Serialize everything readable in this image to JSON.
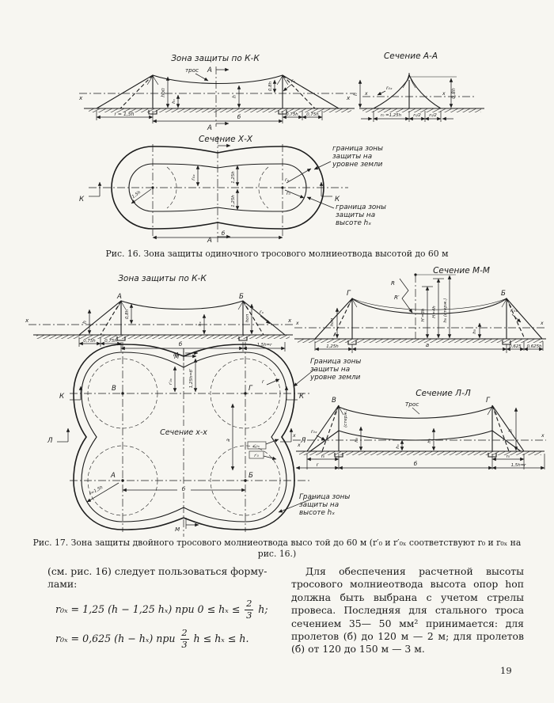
{
  "fig16": {
    "kk": {
      "title": "Зона защиты по К-К",
      "tros": "трос",
      "a_top": "А",
      "a_bottom": "А",
      "x_left": "х",
      "x_right": "х",
      "h_op": "hоп",
      "h_x": "hₓ",
      "h": "h",
      "h08": "0,8h",
      "r_x": "rₓ",
      "dim_r": "r = 1,5h",
      "dim_b": "б",
      "d075a": "0,75h",
      "d075b": "0,75h"
    },
    "aa": {
      "title": "Сечение А-А",
      "h": "h",
      "h08": "0,8h",
      "r_0x": "r₀ₓ",
      "x_left": "х",
      "x_right": "х",
      "dim_r0": "r₀ =1,25h",
      "dim_half1": "r₀/2",
      "dim_half2": "r₀/2"
    },
    "xx": {
      "title": "Сечение Х-Х",
      "k_left": "К",
      "k_right": "К",
      "a_bottom": "А",
      "r15": "1,5h",
      "r_0x": "r₀ₓ",
      "d125a": "1,25h",
      "d125b": "1,25h",
      "r_x": "rₓ",
      "r_0": "r₀",
      "dim_b": "б"
    },
    "note_ground": [
      "граница зоны",
      "защиты на",
      "уровне земли"
    ],
    "note_hx": [
      "граница зоны",
      "защиты на",
      "высоте hₓ"
    ],
    "caption": "Рис. 16. Зона защиты одиночного тросового молниеотвода высотой до 60 м"
  },
  "fig17": {
    "kk": {
      "title": "Зона защиты по К-К",
      "a": "А",
      "b": "Б",
      "x_left": "х",
      "x_right": "х",
      "h": "h",
      "h08": "0,8h",
      "h_x": "hₓ",
      "h_op": "hоп",
      "r_x": "rₓ",
      "d075a": "0,75h",
      "d075b": "0,75h",
      "dim_b": "б",
      "dim_r": "1,5h=r",
      "m": "М"
    },
    "mm": {
      "title": "Сечение М-М",
      "g": "Г",
      "b": "Б",
      "r1": "R",
      "r2": "R′",
      "h3": "H′=3h",
      "h4": "H=4h",
      "h0st": "h₀ (стерж.)",
      "h_op": "hоп",
      "r_0x": "r′₀ₓ",
      "x_left": "х",
      "x_right": "х",
      "d125": "1,25h",
      "a": "a",
      "h_0": "h₀",
      "d0625a": "0,625",
      "d0625b": "0,625h"
    },
    "xx": {
      "label": "Сечение x-x",
      "m_top": "М",
      "m_bottom": "М",
      "k_left": "К",
      "k_right": "К",
      "l_left": "Л",
      "l_right": "Л",
      "v": "В",
      "g": "Г",
      "a_pt": "А",
      "b_pt": "Б",
      "r_0x": "r′₀ₓ",
      "d125b": "1,25h=б′",
      "a_dim": "a",
      "rx_box": "r′₀ₓ",
      "r0_box": "r′₀",
      "r_small": "r",
      "r15": "r=1,5h",
      "dim_b": "б",
      "x_right": "х"
    },
    "ll": {
      "title": "Сечение Л-Л",
      "tros": "Трос",
      "v": "В",
      "g": "Г",
      "sterzh": "(стерж.)",
      "x_left": "х",
      "x_right": "х",
      "r_0x": "r₀ₓ",
      "h_0a": "h₀",
      "h_x": "hₓ",
      "h_0b": "h₀",
      "h": "h",
      "r_0a": "r₀",
      "r_lbl": "r",
      "dim_b": "б",
      "r_0b": "r₀",
      "dim_r": "1,5h=r"
    },
    "note_ground": [
      "Граница зоны",
      "защиты на",
      "уровне земли"
    ],
    "note_hx": [
      "Граница зоны",
      "защиты на",
      "высоте hₓ"
    ],
    "caption_line1": "Рис. 17. Зона защиты двойного тросового молниеотвода высо той до 60 м (r′₀ и r′₀ₓ соответствуют r₀ и r₀ₓ на",
    "caption_line2": "рис. 16.)"
  },
  "text_left": {
    "p1": "(см. рис. 16) следует пользоваться форму-",
    "p2": "лами:",
    "f1_pre": "r₀ₓ = 1,25 (h − 1,25 hₓ)  при  0 ≤ hₓ ≤",
    "f1_num": "2",
    "f1_den": "3",
    "f1_post": "h;",
    "f2_pre": "r₀ₓ = 0,625 (h − hₓ)  при",
    "f2_num": "2",
    "f2_den": "3",
    "f2_post": "h ≤ hₓ ≤ h."
  },
  "text_right": {
    "p": "Для обеспечения расчетной высоты тросового молниеотвода высота опор hоп должна быть выбрана с учетом  стрелы провеса. Последняя для стального троса сечением 35— 50 мм² принимается: для пролетов (б) до 120 м — 2 м;  для пролетов (б) от 120 до 150 м — 3 м."
  },
  "page_number": "19"
}
